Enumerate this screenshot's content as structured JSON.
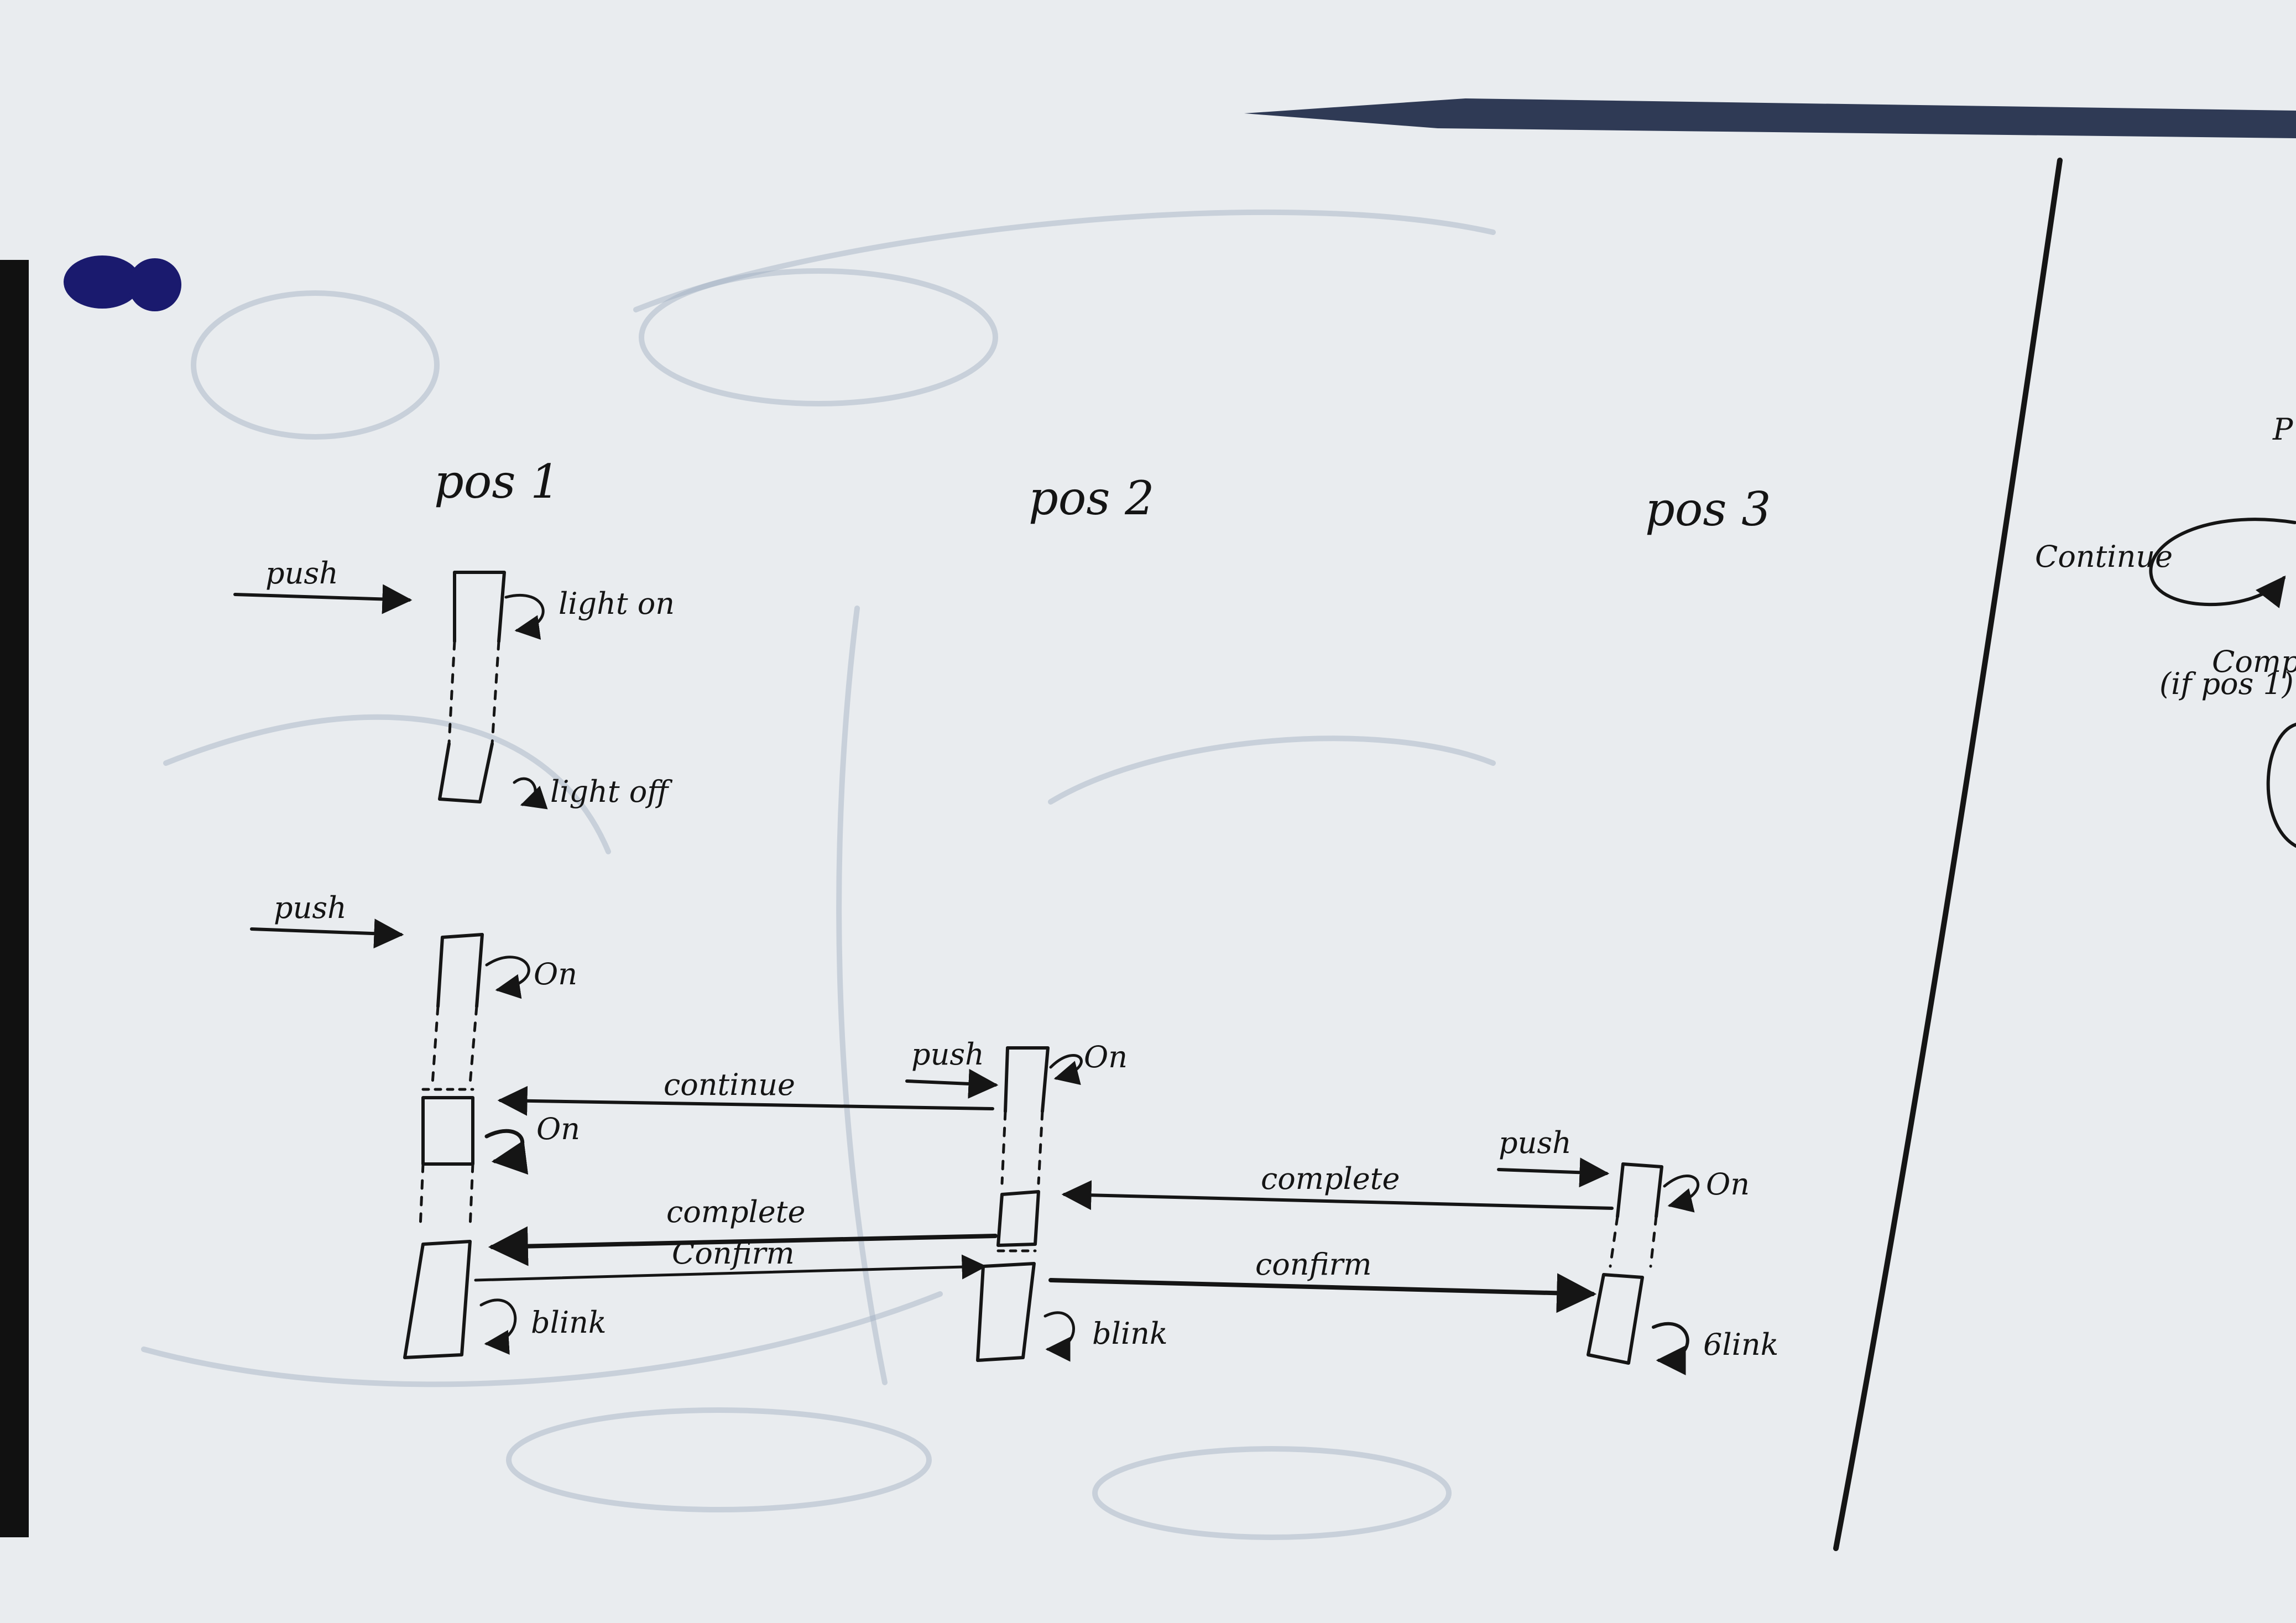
{
  "board": {
    "background": "#e9ecef",
    "ink": "#151515",
    "magnet_color": "#1a1a6e"
  },
  "positions": {
    "pos1": "pos 1",
    "pos2": "pos 2",
    "pos3": "pos 3"
  },
  "pos1_top": {
    "push": "push",
    "light_on": "light on",
    "light_off": "light off"
  },
  "pos1_lower": {
    "push": "push",
    "on_top": "On",
    "on_mid": "On",
    "blink": "blink"
  },
  "pos2": {
    "push": "push",
    "on": "On",
    "blink": "blink"
  },
  "pos3": {
    "push": "push",
    "on": "On",
    "blink": "6link"
  },
  "messages": {
    "continue_2_1": "continue",
    "complete_2_1": "complete",
    "confirm_1_2": "Confirm",
    "complete_3_2": "complete",
    "confirm_2_3": "confirm"
  },
  "right_panel": {
    "p": "P",
    "continue": "Continue",
    "complete": "Complet",
    "if_pos1": "(if pos 1)"
  }
}
